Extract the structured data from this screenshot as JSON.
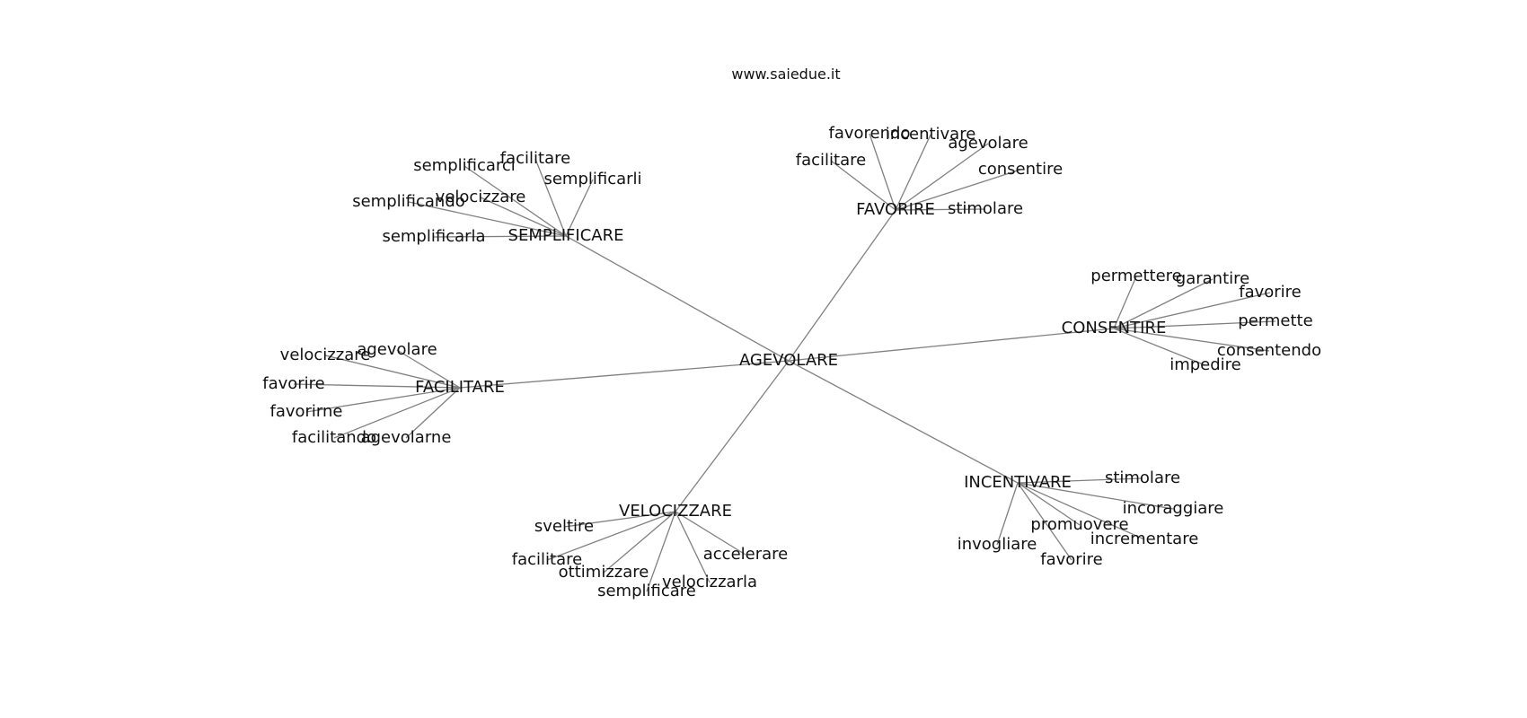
{
  "source": "www.saiedue.it",
  "center": "AGEVOLARE",
  "clusters": [
    {
      "hub": "SEMPLIFICARE",
      "leaves": [
        "semplificarci",
        "facilitare",
        "semplificarli",
        "semplificando",
        "velocizzare",
        "semplificarla"
      ]
    },
    {
      "hub": "FAVORIRE",
      "leaves": [
        "favorendo",
        "incentivare",
        "agevolare",
        "facilitare",
        "consentire",
        "stimolare"
      ]
    },
    {
      "hub": "CONSENTIRE",
      "leaves": [
        "permettere",
        "garantire",
        "favorire",
        "permette",
        "consentendo",
        "impedire"
      ]
    },
    {
      "hub": "FACILITARE",
      "leaves": [
        "velocizzare",
        "agevolare",
        "favorire",
        "favorirne",
        "facilitando",
        "agevolarne"
      ]
    },
    {
      "hub": "VELOCIZZARE",
      "leaves": [
        "sveltire",
        "facilitare",
        "ottimizzare",
        "semplificare",
        "velocizzarla",
        "accelerare"
      ]
    },
    {
      "hub": "INCENTIVARE",
      "leaves": [
        "stimolare",
        "incoraggiare",
        "promuovere",
        "incrementare",
        "invogliare",
        "favorire"
      ]
    }
  ]
}
